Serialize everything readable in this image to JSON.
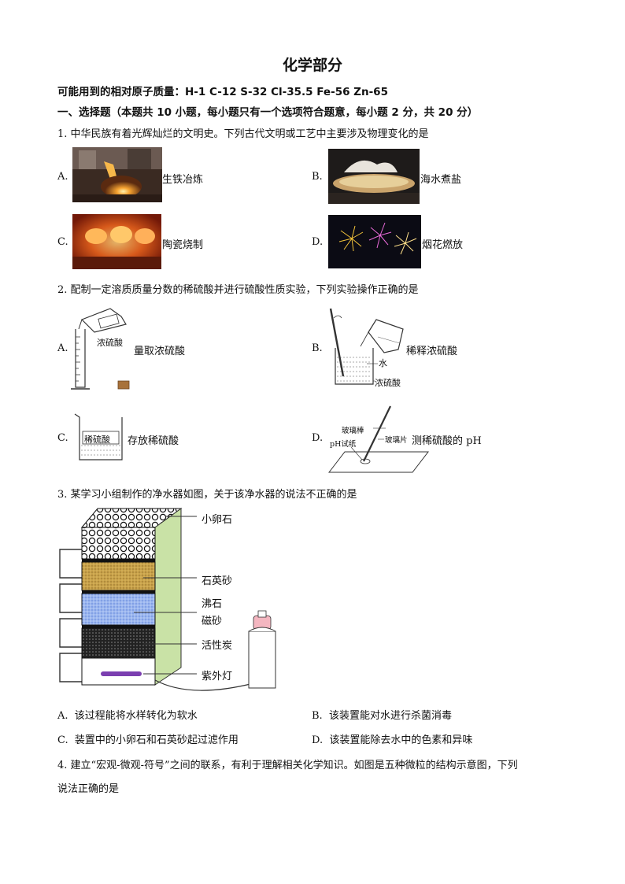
{
  "title": "化学部分",
  "atomic_masses": "可能用到的相对原子质量：H-1    C-12    S-32    Cl-35.5    Fe-56    Zn-65",
  "section1": "一、选择题（本题共 10 小题，每小题只有一个选项符合题意，每小题 2 分，共 20 分）",
  "q1": {
    "stem": "1.  中华民族有着光辉灿烂的文明史。下列古代文明或工艺中主要涉及物理变化的是",
    "options": [
      {
        "letter": "A.",
        "text": "生铁冶炼"
      },
      {
        "letter": "B.",
        "text": "海水煮盐"
      },
      {
        "letter": "C.",
        "text": "陶瓷烧制"
      },
      {
        "letter": "D.",
        "text": "烟花燃放"
      }
    ]
  },
  "q2": {
    "stem": "2.  配制一定溶质质量分数的稀硫酸并进行硫酸性质实验，下列实验操作正确的是",
    "A": {
      "letter": "A.",
      "label": "浓硫酸",
      "text": "量取浓硫酸"
    },
    "B": {
      "letter": "B.",
      "text": "稀释浓硫酸",
      "water": "水",
      "acid": "浓硫酸"
    },
    "C": {
      "letter": "C.",
      "label": "稀硫酸",
      "text": "存放稀硫酸"
    },
    "D": {
      "letter": "D.",
      "rod": "玻璃棒",
      "paper": "pH试纸",
      "plate": "玻璃片",
      "text": "测稀硫酸的 pH"
    }
  },
  "q3": {
    "stem": "3.  某学习小组制作的净水器如图，关于该净水器的说法不正确的是",
    "layers": [
      "小卵石",
      "石英砂",
      "沸石",
      "磁砂",
      "活性炭",
      "紫外灯"
    ],
    "options": [
      {
        "letter": "A.",
        "text": "该过程能将水样转化为软水"
      },
      {
        "letter": "B.",
        "text": "该装置能对水进行杀菌消毒"
      },
      {
        "letter": "C.",
        "text": "装置中的小卵石和石英砂起过滤作用"
      },
      {
        "letter": "D.",
        "text": "该装置能除去水中的色素和异味"
      }
    ]
  },
  "q4": {
    "stem_line1": "4.  建立“宏观-微观-符号”之间的联系，有利于理解相关化学知识。如图是五种微粒的结构示意图，下列",
    "stem_line2": "说法正确的是"
  }
}
